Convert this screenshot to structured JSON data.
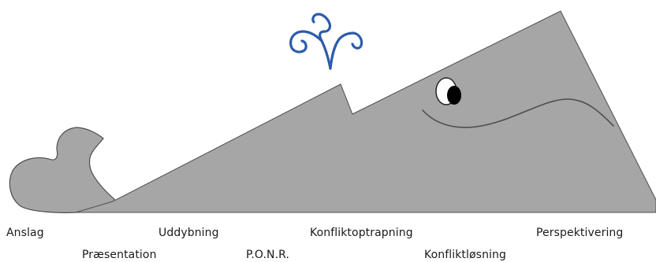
{
  "colors": {
    "whale_body": "#a6a6a6",
    "whale_outline": "#4d4d4d",
    "water_spout": "#2d5ca8",
    "eye_white": "#ffffff",
    "eye_pupil": "#000000",
    "text": "#1a1a1a"
  },
  "icons": {
    "whale": "whale-illustration",
    "spout": "water-spout-swirl",
    "eye": "whale-eye"
  },
  "stages": [
    {
      "label": "Anslag"
    },
    {
      "label": "Præsentation"
    },
    {
      "label": "Uddybning"
    },
    {
      "label": "P.O.N.R."
    },
    {
      "label": "Konfliktoptrapning"
    },
    {
      "label": "Konfliktløsning"
    },
    {
      "label": "Perspektivering"
    }
  ]
}
